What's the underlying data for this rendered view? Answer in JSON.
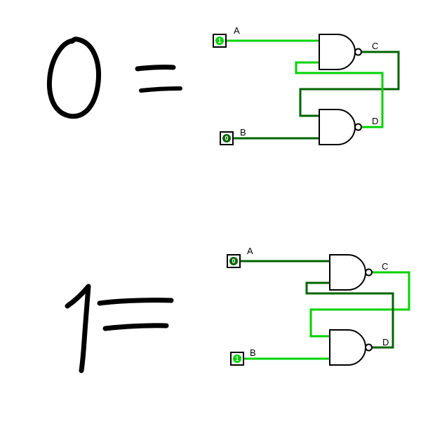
{
  "app": {
    "description": "Logic simulator canvas showing two NAND-gate SR latch states with handwritten annotations"
  },
  "colors": {
    "high": "#00d200",
    "low": "#006400",
    "ink": "#000000"
  },
  "annotations": {
    "top": {
      "digit": "0",
      "equals": "="
    },
    "bottom": {
      "digit": "1",
      "equals": "="
    }
  },
  "circuits": [
    {
      "name": "sr-latch-top",
      "pins": [
        {
          "label": "A",
          "value": "1",
          "state": "high"
        },
        {
          "label": "B",
          "value": "0",
          "state": "low"
        }
      ],
      "outputs": [
        {
          "label": "C",
          "state": "low"
        },
        {
          "label": "D",
          "state": "high"
        }
      ]
    },
    {
      "name": "sr-latch-bottom",
      "pins": [
        {
          "label": "A",
          "value": "0",
          "state": "low"
        },
        {
          "label": "B",
          "value": "1",
          "state": "high"
        }
      ],
      "outputs": [
        {
          "label": "C",
          "state": "high"
        },
        {
          "label": "D",
          "state": "low"
        }
      ]
    }
  ]
}
